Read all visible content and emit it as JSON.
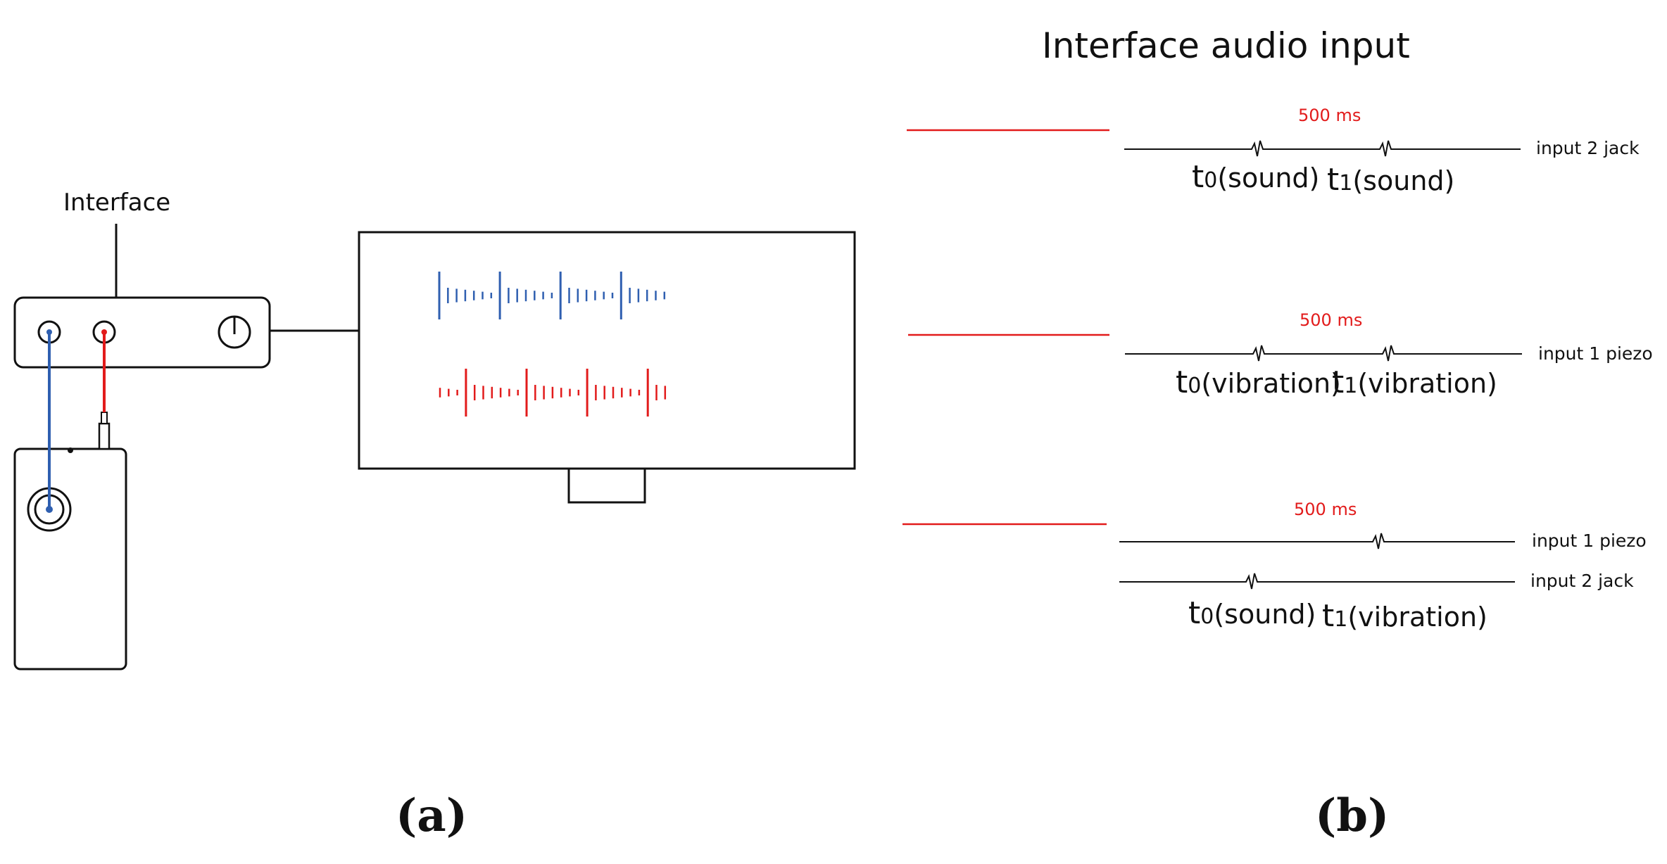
{
  "colors": {
    "blue": "#2f5fb0",
    "red": "#e21b1b",
    "ink": "#111111"
  },
  "panel_a": {
    "interface_label": "Interface",
    "caption": "(a)"
  },
  "panel_b": {
    "title": "Interface audio input",
    "caption": "(b)",
    "diagrams": [
      {
        "duration_label": "500 ms",
        "channel_label": "input 2 jack",
        "t0": {
          "sym": "t",
          "sub": "0",
          "note": "(sound)"
        },
        "t1": {
          "sym": "t",
          "sub": "1",
          "note": "(sound)"
        }
      },
      {
        "duration_label": "500 ms",
        "channel_label": "input 1 piezo",
        "t0": {
          "sym": "t",
          "sub": "0",
          "note": "(vibration)"
        },
        "t1": {
          "sym": "t",
          "sub": "1",
          "note": "(vibration)"
        }
      },
      {
        "duration_label": "500 ms",
        "channel_label_top": "input 1 piezo",
        "channel_label_bottom": "input 2 jack",
        "t0": {
          "sym": "t",
          "sub": "0",
          "note": "(sound)"
        },
        "t1": {
          "sym": "t",
          "sub": "1",
          "note": "(vibration)"
        }
      }
    ]
  }
}
